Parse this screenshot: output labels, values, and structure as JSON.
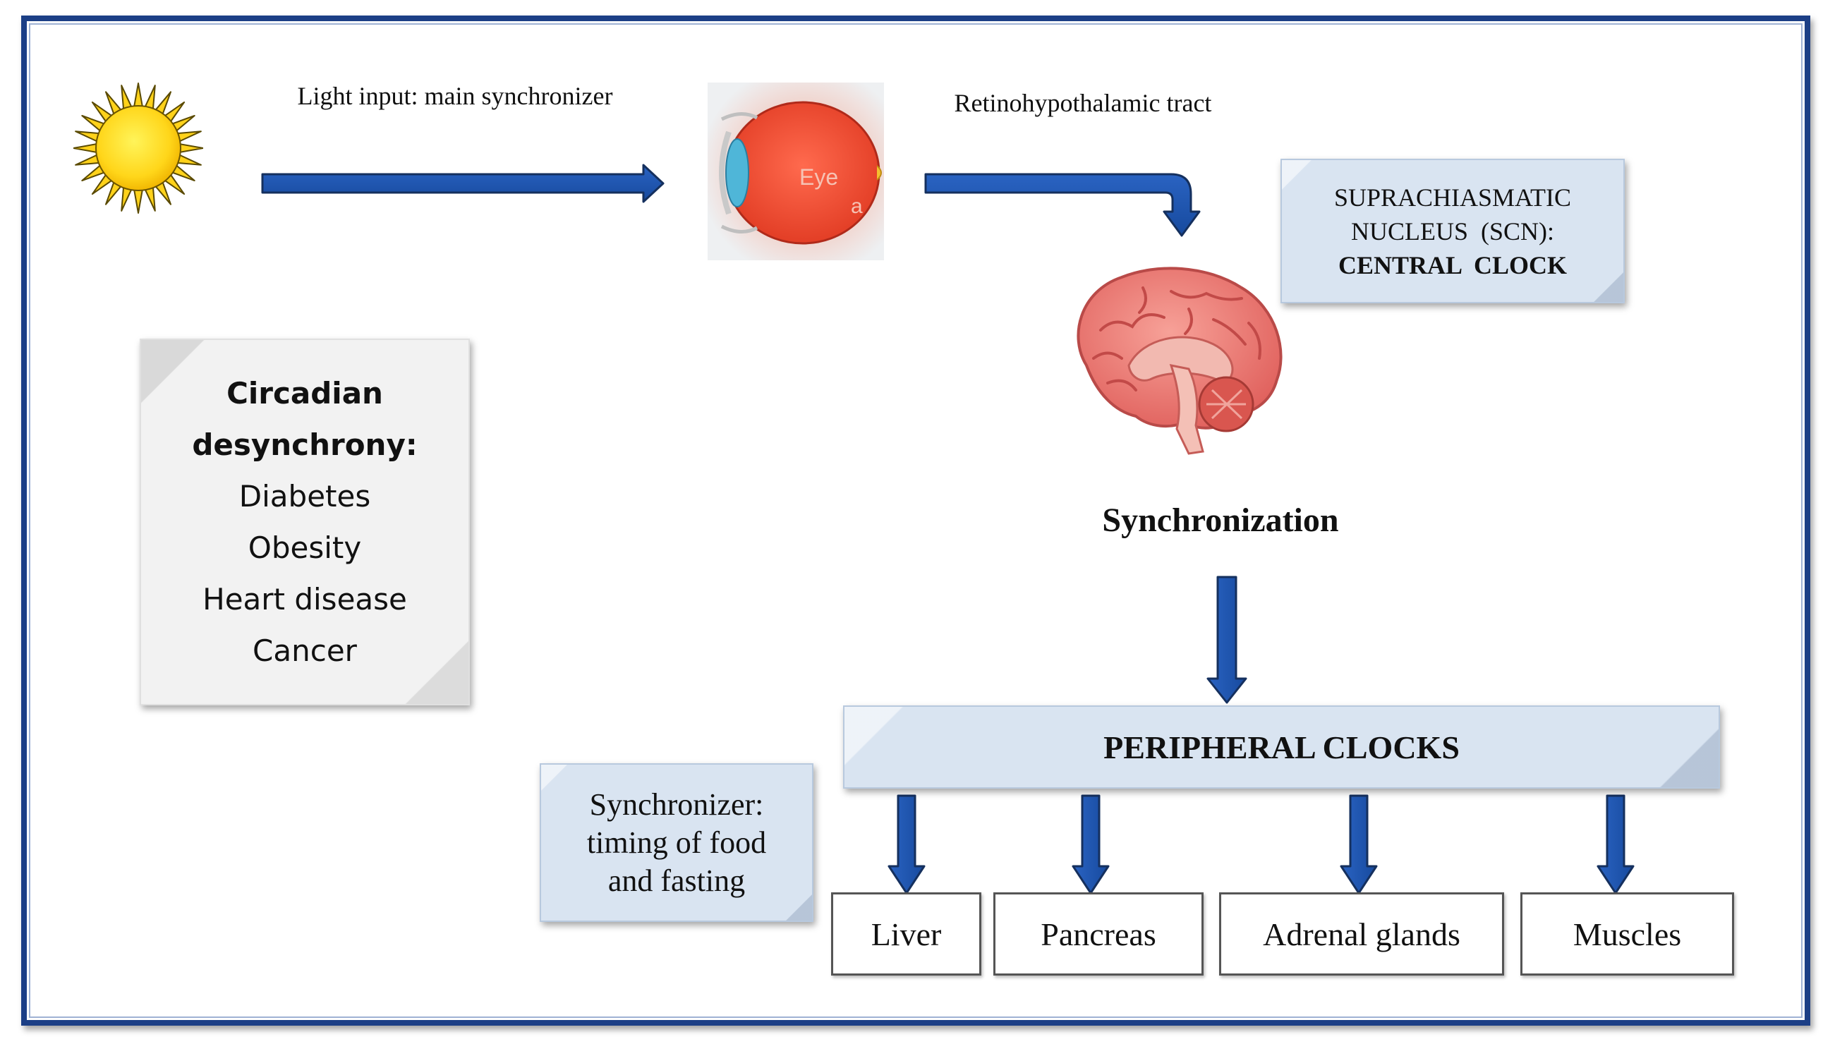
{
  "labels": {
    "light_input": "Light input: main synchronizer",
    "eye": "Eye",
    "eye_letter": "a",
    "rht": "Retinohypothalamic tract",
    "synchronization": "Synchronization"
  },
  "scn_box": {
    "line1": "SUPRACHIASMATIC",
    "line2": "NUCLEUS  (SCN):",
    "line3": "CENTRAL  CLOCK"
  },
  "desync_box": {
    "title_line1": "Circadian",
    "title_line2": "desynchrony:",
    "items": [
      "Diabetes",
      "Obesity",
      "Heart disease",
      "Cancer"
    ]
  },
  "peripheral": {
    "label": "PERIPHERAL CLOCKS"
  },
  "food_box": {
    "line1": "Synchronizer:",
    "line2": "timing of food",
    "line3": "and fasting"
  },
  "organs": [
    "Liver",
    "Pancreas",
    "Adrenal glands",
    "Muscles"
  ],
  "colors": {
    "frame": "#1c3f86",
    "arrow": "#1f55b0",
    "arrow_outline": "#15305e",
    "sun": "#ffd21a"
  }
}
